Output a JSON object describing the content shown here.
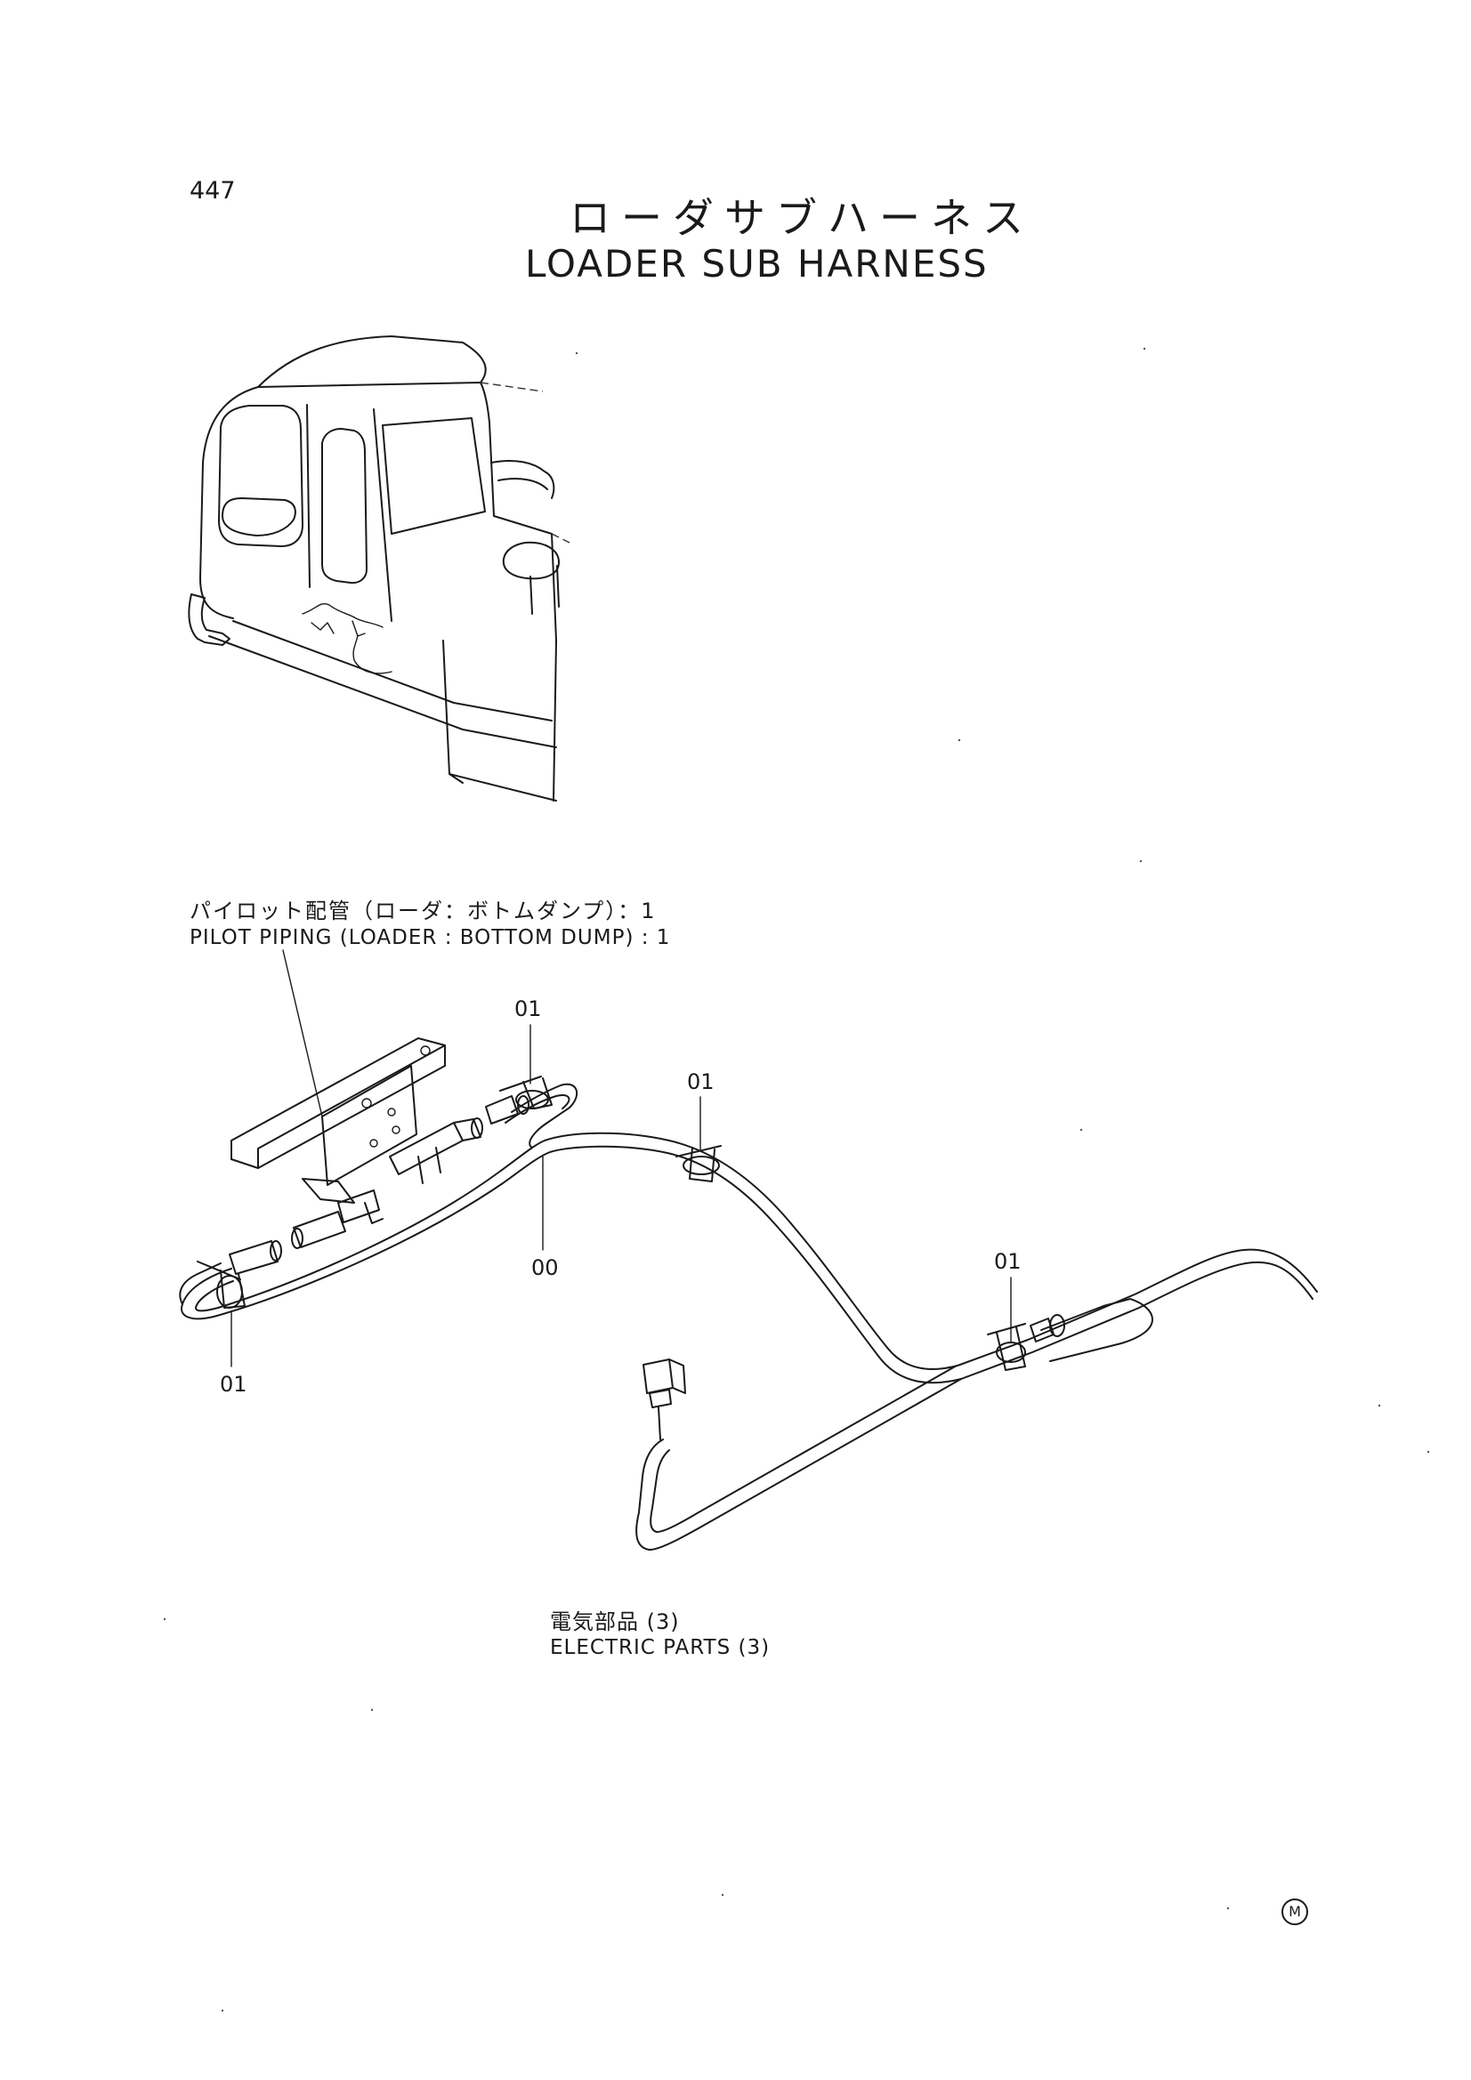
{
  "page": {
    "number": "447"
  },
  "title": {
    "japanese": "ローダサブハーネス",
    "english": "LOADER SUB HARNESS"
  },
  "labels": {
    "pilot_piping_jp": "パイロット配管（ローダ：ボトムダンプ）：1",
    "pilot_piping_en": "PILOT PIPING (LOADER : BOTTOM DUMP) : 1",
    "electric_parts_jp": "電気部品 (3)",
    "electric_parts_en": "ELECTRIC PARTS (3)"
  },
  "callouts": [
    "01",
    "01",
    "00",
    "01",
    "01"
  ],
  "corner_mark": "M"
}
